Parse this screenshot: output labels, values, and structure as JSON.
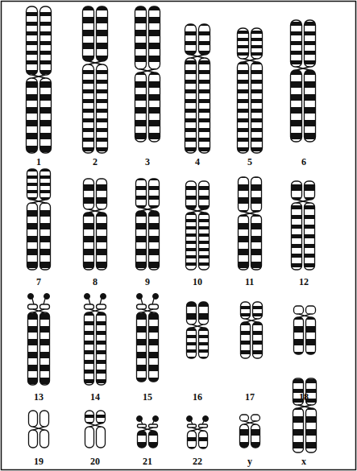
{
  "diagram": {
    "labels": [
      "1",
      "2",
      "3",
      "4",
      "5",
      "6",
      "7",
      "8",
      "9",
      "10",
      "11",
      "12",
      "13",
      "14",
      "15",
      "16",
      "17",
      "18",
      "19",
      "20",
      "21",
      "22",
      "y",
      "x"
    ]
  }
}
